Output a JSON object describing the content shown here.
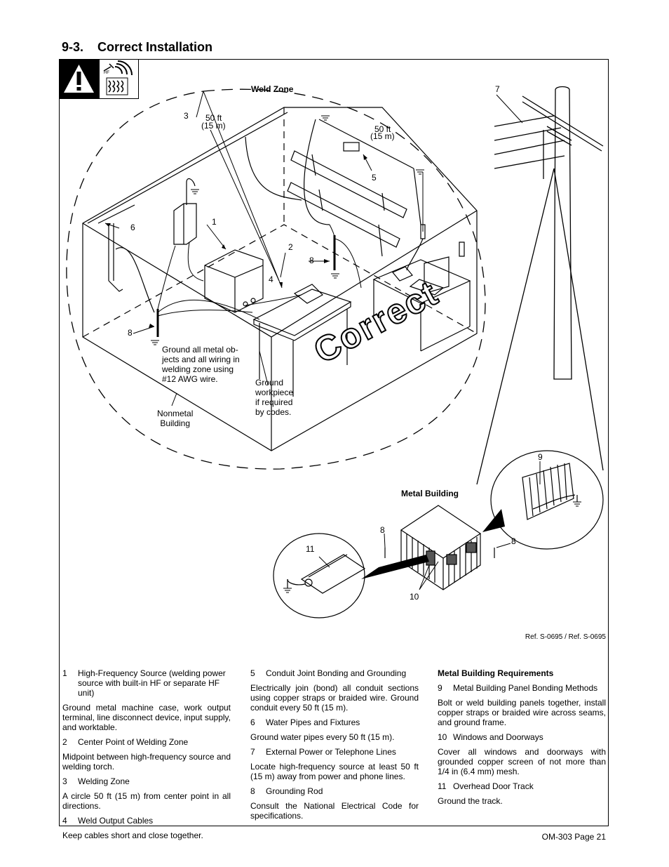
{
  "heading": {
    "number": "9-3.",
    "title": "Correct Installation"
  },
  "warning_hf_glyph": "HF",
  "labels": {
    "weld_zone": "Weld Zone",
    "dist_left_1": "50 ft",
    "dist_left_2": "(15 m)",
    "dist_right_1": "50 ft",
    "dist_right_2": "(15 m)",
    "n1": "1",
    "n2": "2",
    "n3": "3",
    "n4": "4",
    "n5": "5",
    "n6": "6",
    "n7": "7",
    "n8a": "8",
    "n8b": "8",
    "n8c": "8",
    "n8d": "8",
    "n9": "9",
    "n10": "10",
    "n11": "11",
    "ground_note": "Ground all metal ob-\njects and all wiring in\nwelding zone using\n#12 AWG wire.",
    "workpiece_note": "Ground\nworkpiece\nif required\nby codes.",
    "nonmetal_building": "Nonmetal\nBuilding",
    "metal_building": "Metal Building",
    "correct_watermark": "Correct",
    "refs": "Ref. S-0695 / Ref. S-0695"
  },
  "columns": {
    "col1": [
      {
        "n": "1",
        "t": "High-Frequency Source (welding power source with built-in HF or separate HF unit)"
      },
      {
        "p": "Ground metal machine case, work output terminal, line disconnect device, input supply, and worktable."
      },
      {
        "n": "2",
        "t": "Center Point of Welding Zone"
      },
      {
        "p": "Midpoint between high-frequency source and welding torch."
      },
      {
        "n": "3",
        "t": "Welding Zone"
      },
      {
        "p": "A circle 50 ft (15 m) from center point in all directions."
      },
      {
        "n": "4",
        "t": "Weld Output Cables"
      },
      {
        "p": "Keep cables short and close together."
      }
    ],
    "col2": [
      {
        "n": "5",
        "t": "Conduit Joint Bonding and Grounding"
      },
      {
        "p": "Electrically join (bond) all conduit sections using copper straps or braided wire. Ground conduit every 50 ft (15 m)."
      },
      {
        "n": "6",
        "t": "Water Pipes and Fixtures"
      },
      {
        "p": "Ground water pipes every 50 ft (15 m)."
      },
      {
        "n": "7",
        "t": "External Power or Telephone Lines"
      },
      {
        "p": "Locate high-frequency source at least 50 ft (15 m) away from power and phone lines."
      },
      {
        "n": "8",
        "t": "Grounding Rod"
      },
      {
        "p": "Consult the National Electrical Code for specifications."
      }
    ],
    "col3": [
      {
        "h": "Metal Building Requirements"
      },
      {
        "n": "9",
        "t": "Metal Building Panel Bonding Methods"
      },
      {
        "p": "Bolt or weld building panels together, install copper straps or braided wire across seams, and ground frame."
      },
      {
        "n": "10",
        "t": "Windows and Doorways"
      },
      {
        "p": "Cover all windows and doorways with grounded copper screen of not more than 1/4 in (6.4 mm) mesh."
      },
      {
        "n": "11",
        "t": "Overhead Door Track"
      },
      {
        "p": "Ground the track."
      }
    ]
  },
  "footer": "OM-303 Page 21"
}
